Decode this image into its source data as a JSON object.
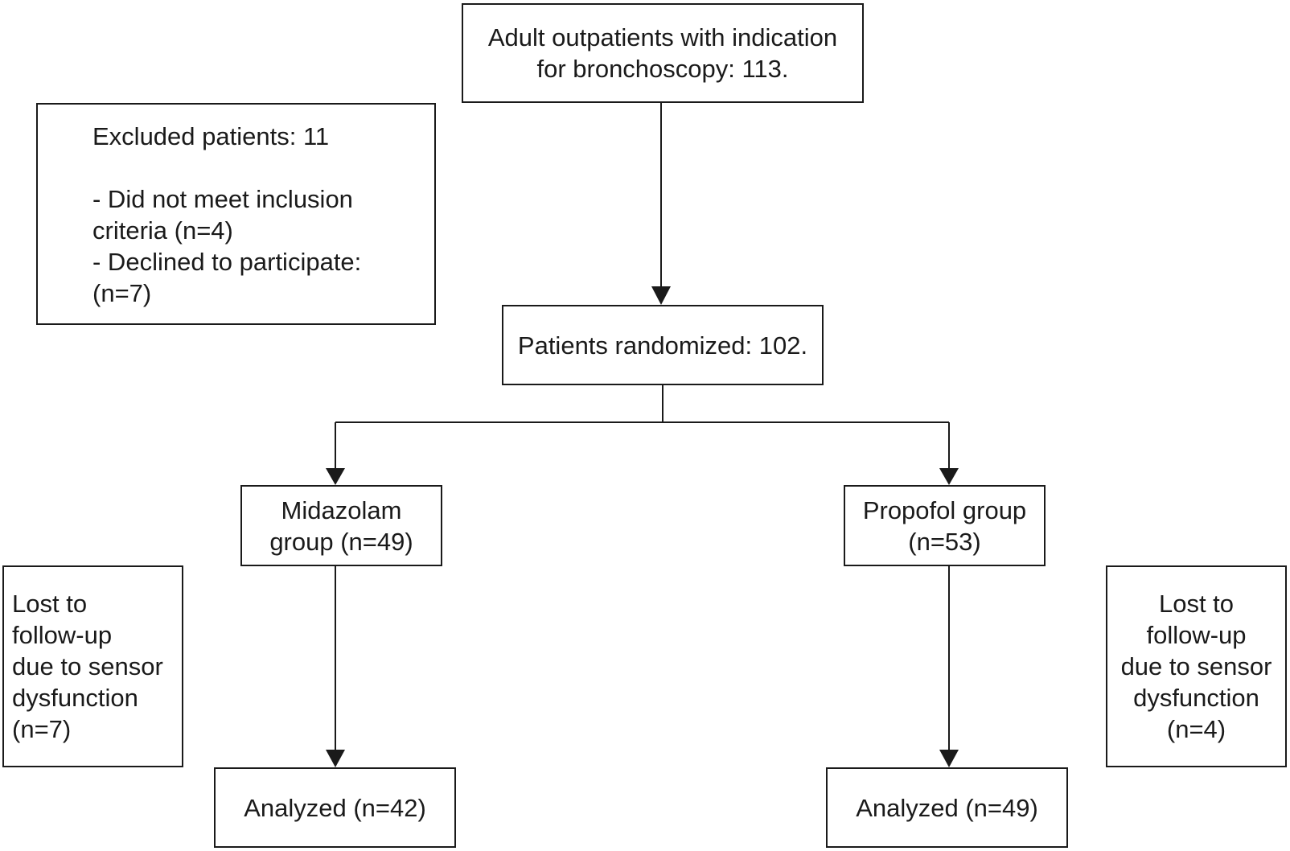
{
  "enrollment": {
    "lines": [
      "Adult outpatients with indication",
      "for bronchoscopy: 113."
    ]
  },
  "excluded": {
    "title": "Excluded patients: 11",
    "lines": [
      "- Did not meet inclusion",
      "criteria (n=4)",
      "- Declined to participate:",
      "(n=7)"
    ]
  },
  "randomized": {
    "label": "Patients randomized: 102."
  },
  "groups": [
    {
      "allocation_lines": [
        "Midazolam",
        "group (n=49)"
      ],
      "lost_lines": [
        "Lost to",
        "follow-up",
        "due to sensor",
        "dysfunction",
        "(n=7)"
      ],
      "analyzed": "Analyzed (n=42)"
    },
    {
      "allocation_lines": [
        "Propofol group",
        "(n=53)"
      ],
      "lost_lines": [
        "Lost to",
        "follow-up",
        "due to sensor",
        "dysfunction",
        "(n=4)"
      ],
      "analyzed": "Analyzed (n=49)"
    }
  ],
  "colors": {
    "line": "#1a1a1a",
    "box_fill": "#ffffff"
  }
}
